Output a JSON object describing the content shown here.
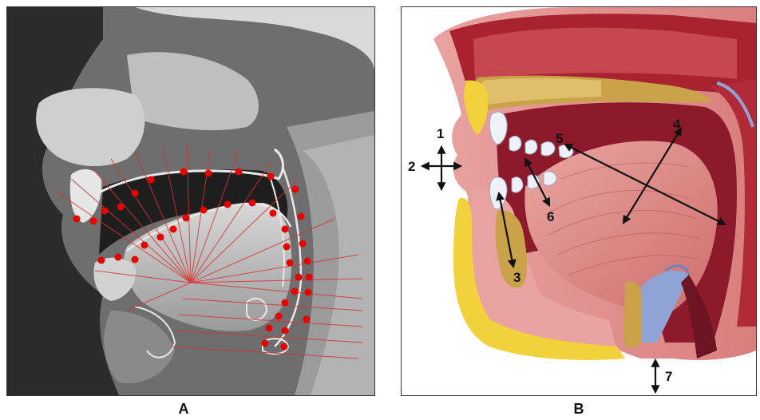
{
  "panels": [
    {
      "label": "A"
    },
    {
      "label": "B"
    }
  ],
  "annotations": [
    {
      "number": "1"
    },
    {
      "number": "2"
    },
    {
      "number": "3"
    },
    {
      "number": "4"
    },
    {
      "number": "5"
    },
    {
      "number": "6"
    },
    {
      "number": "7"
    }
  ],
  "colors": {
    "marker": "#e60000",
    "grid_line": "#d93030",
    "contour": "#e8e8e8",
    "tissue_dark": "#8c1a2b",
    "tissue_pink": "#d98a8a",
    "bone": "#c9a24a",
    "fat": "#f2d23c",
    "teeth": "#eef1f7"
  }
}
